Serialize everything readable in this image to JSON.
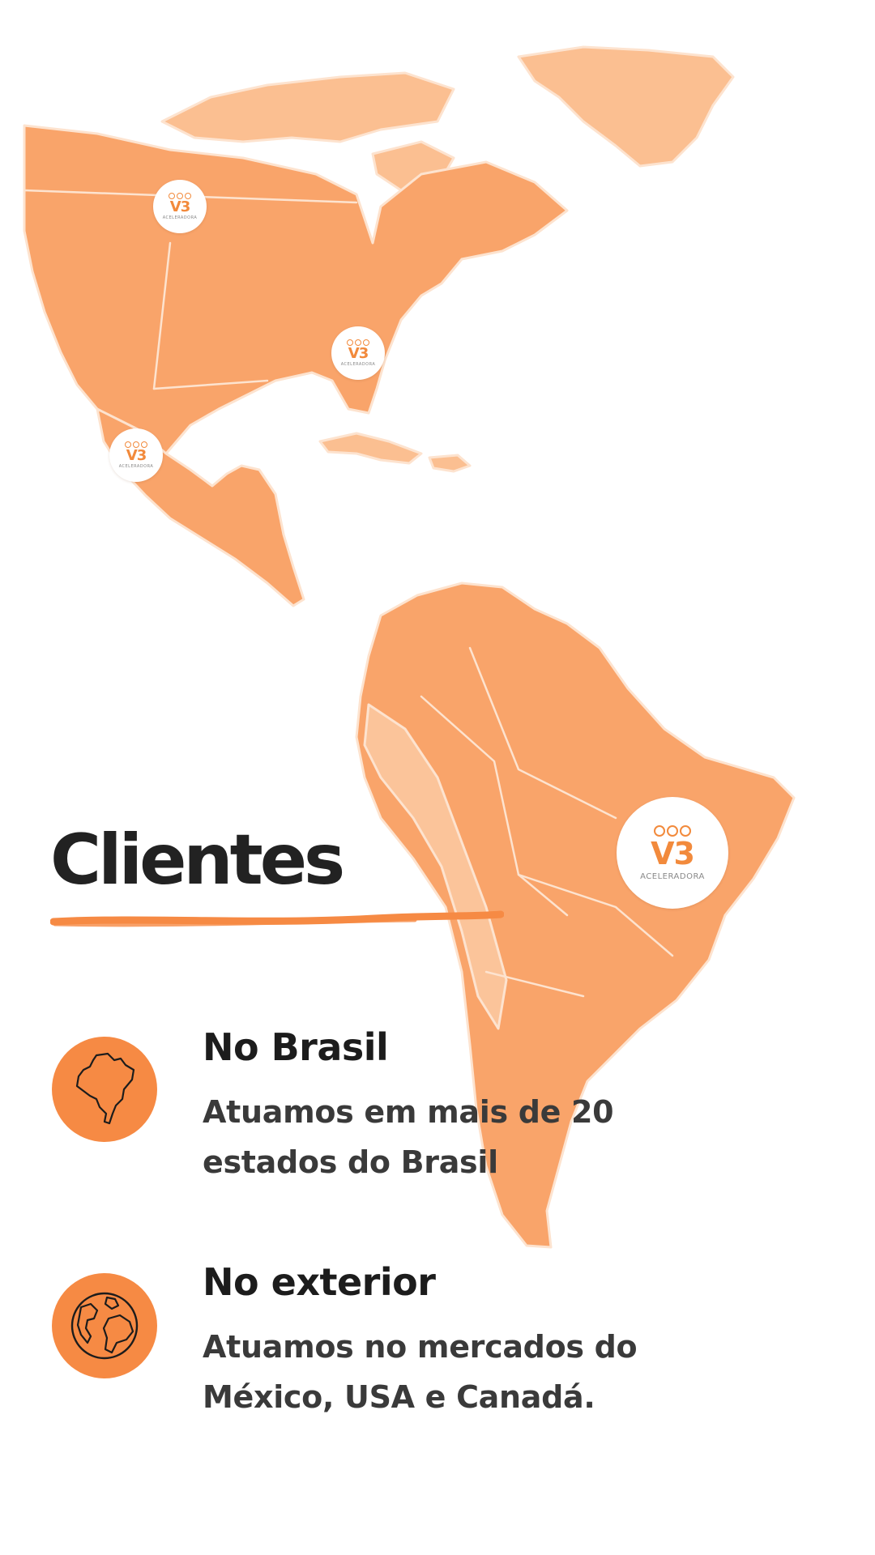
{
  "colors": {
    "accent": "#f68a44",
    "map_fill": "#f9a46a",
    "map_light": "#fbc49a",
    "text_dark": "#1c1c1c",
    "text_body": "#3a3a3a"
  },
  "badges": [
    {
      "mark": "V3",
      "tag": "ACELERADORA"
    },
    {
      "mark": "V3",
      "tag": "ACELERADORA"
    },
    {
      "mark": "V3",
      "tag": "ACELERADORA"
    },
    {
      "mark": "V3",
      "tag": "ACELERADORA"
    }
  ],
  "heading": "Clientes",
  "items": [
    {
      "icon": "brazil-map-icon",
      "title": "No Brasil",
      "line1": "Atuamos em mais de 20",
      "line2": "estados do Brasil"
    },
    {
      "icon": "globe-icon",
      "title": "No exterior",
      "line1": "Atuamos no mercados do",
      "line2": "México, USA e Canadá."
    }
  ]
}
